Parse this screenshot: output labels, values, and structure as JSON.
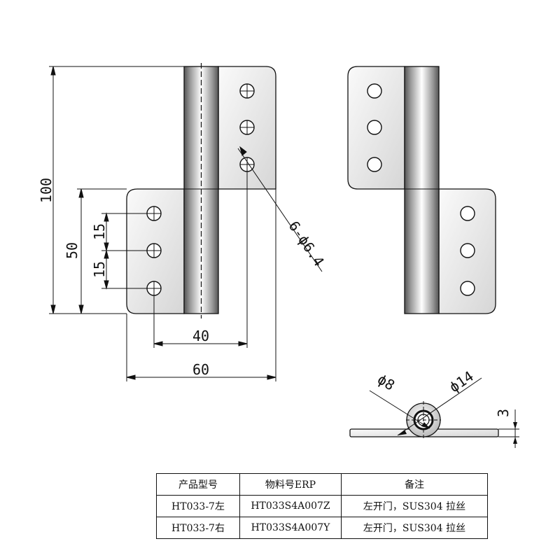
{
  "dimensions": {
    "total_height": "100",
    "lower_leaf_height": "50",
    "hole_pitch_top": "15",
    "hole_pitch_bottom": "15",
    "hole_span": "40",
    "total_width": "60",
    "hole_callout": "6-ϕ6.4",
    "pin_diameter": "ϕ8",
    "knuckle_diameter": "ϕ14",
    "plate_thickness": "3"
  },
  "table": {
    "headers": [
      "产品型号",
      "物料号ERP",
      "备注"
    ],
    "rows": [
      [
        "HT033-7左",
        "HT033S4A007Z",
        "左开门，SUS304 拉丝"
      ],
      [
        "HT033-7右",
        "HT033S4A007Y",
        "左开门，SUS304 拉丝"
      ]
    ]
  },
  "colors": {
    "line": "#111111",
    "plate_light": "#f2f2f2",
    "plate_dark": "#d8d8d8"
  }
}
